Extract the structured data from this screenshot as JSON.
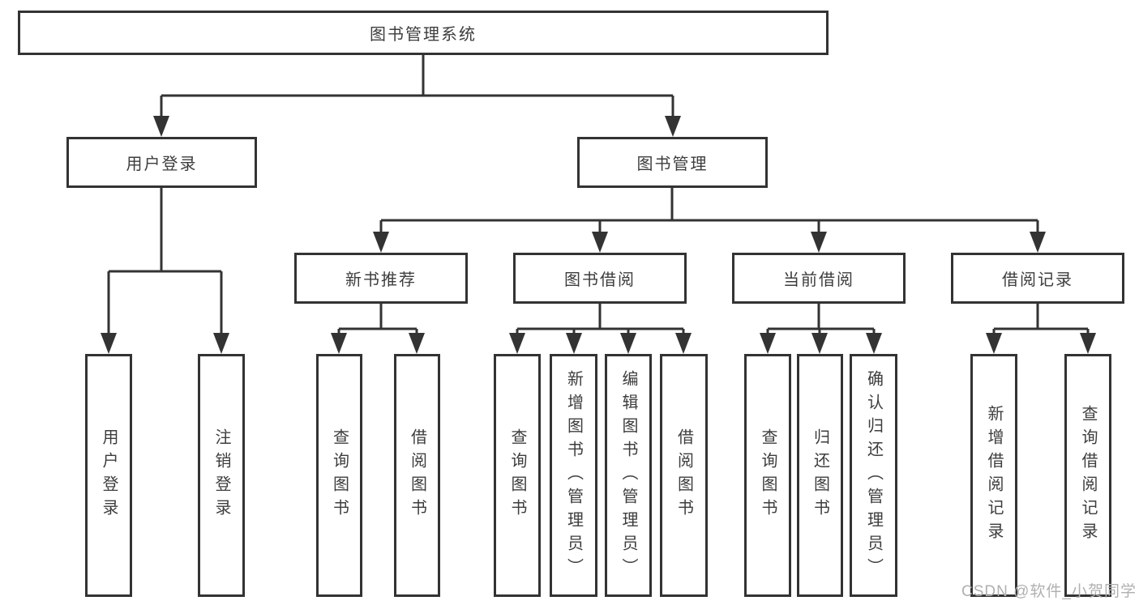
{
  "tree": {
    "root": {
      "label": "图书管理系统",
      "children": [
        {
          "label": "用户登录",
          "children": [
            {
              "label": "用户登录"
            },
            {
              "label": "注销登录"
            }
          ]
        },
        {
          "label": "图书管理",
          "children": [
            {
              "label": "新书推荐",
              "children": [
                {
                  "label": "查询图书"
                },
                {
                  "label": "借阅图书"
                }
              ]
            },
            {
              "label": "图书借阅",
              "children": [
                {
                  "label": "查询图书"
                },
                {
                  "label": "新增图书（管理员）"
                },
                {
                  "label": "编辑图书（管理员）"
                },
                {
                  "label": "借阅图书"
                }
              ]
            },
            {
              "label": "当前借阅",
              "children": [
                {
                  "label": "查询图书"
                },
                {
                  "label": "归还图书"
                },
                {
                  "label": "确认归还（管理员）"
                }
              ]
            },
            {
              "label": "借阅记录",
              "children": [
                {
                  "label": "新增借阅记录"
                },
                {
                  "label": "查询借阅记录"
                }
              ]
            }
          ]
        }
      ]
    }
  },
  "watermark": {
    "text": "CSDN @软件_小贺同学",
    "color": "#b0b0b0"
  },
  "colors": {
    "line": "#333333",
    "box_border": "#333333",
    "box_fill": "#ffffff",
    "text": "#3d3d3d",
    "background": "#ffffff"
  }
}
